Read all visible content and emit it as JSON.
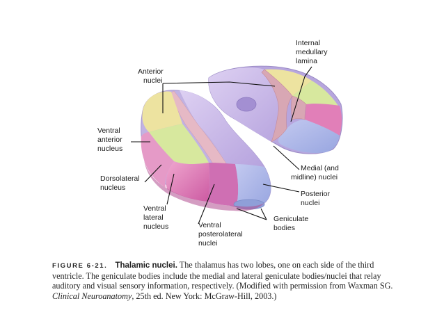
{
  "labels": {
    "internal_medullary_lamina": [
      "Internal",
      "medullary",
      "lamina"
    ],
    "anterior_nuclei": [
      "Anterior",
      "nuclei"
    ],
    "ventral_anterior_nucleus": [
      "Ventral",
      "anterior",
      "nucleus"
    ],
    "dorsolateral_nucleus": [
      "Dorsolateral",
      "nucleus"
    ],
    "ventral_lateral_nucleus": [
      "Ventral",
      "lateral",
      "nucleus"
    ],
    "ventral_posterolateral_nuclei": [
      "Ventral",
      "posterolateral",
      "nuclei"
    ],
    "geniculate_bodies": [
      "Geniculate",
      "bodies"
    ],
    "posterior_nuclei": [
      "Posterior",
      "nuclei"
    ],
    "medial_midline_nuclei": [
      "Medial (and",
      "midline) nuclei"
    ]
  },
  "caption": {
    "figure_number": "FIGURE 6-21.",
    "title": "Thalamic nuclei.",
    "text": "The thalamus has two lobes, one on each side of the third ventricle. The geniculate bodies include the medial and lateral geniculate bodies/nuclei that relay auditory and visual sensory information, respectively. (Modified with permission from Waxman SG.",
    "book_title": "Clinical Neuroanatomy",
    "citation_end": ", 25th ed. New York: McGraw-Hill, 2003.)"
  },
  "colors": {
    "anterior": "#ede3a0",
    "lamina": "#d8a7b4",
    "ventral_anterior": "#d7e89e",
    "medial": "#c8b6e6",
    "dorsolateral": "#e17fb8",
    "ventral_lateral": "#d55aa3",
    "ventral_posterolateral": "#cf6fb3",
    "posterior": "#a9b5e8",
    "geniculate": "#8f9fd8"
  }
}
